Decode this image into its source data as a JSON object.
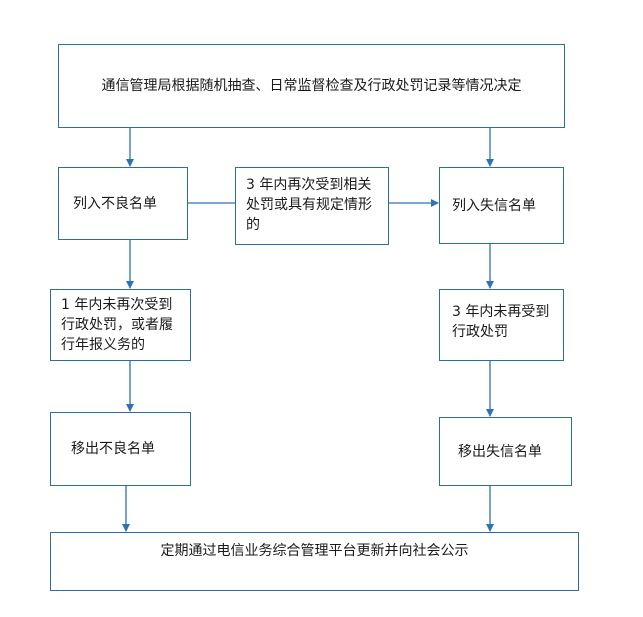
{
  "nodes": {
    "top": "通信管理局根据随机抽查、日常监督检查及行政处罚记录等情况决定",
    "bad_list": "列入不良名单",
    "middle_condition": "3 年内再次受到相关处罚或具有规定情形的",
    "dishonest_list": "列入失信名单",
    "left_condition": "1 年内未再次受到行政处罚，或者履行年报义务的",
    "right_condition": "3 年内未再受到行政处罚",
    "remove_bad": "移出不良名单",
    "remove_dishonest": "移出失信名单",
    "bottom": "定期通过电信业务综合管理平台更新并向社会公示"
  },
  "colors": {
    "border": "#2e6da4",
    "arrow": "#2e74b5"
  }
}
